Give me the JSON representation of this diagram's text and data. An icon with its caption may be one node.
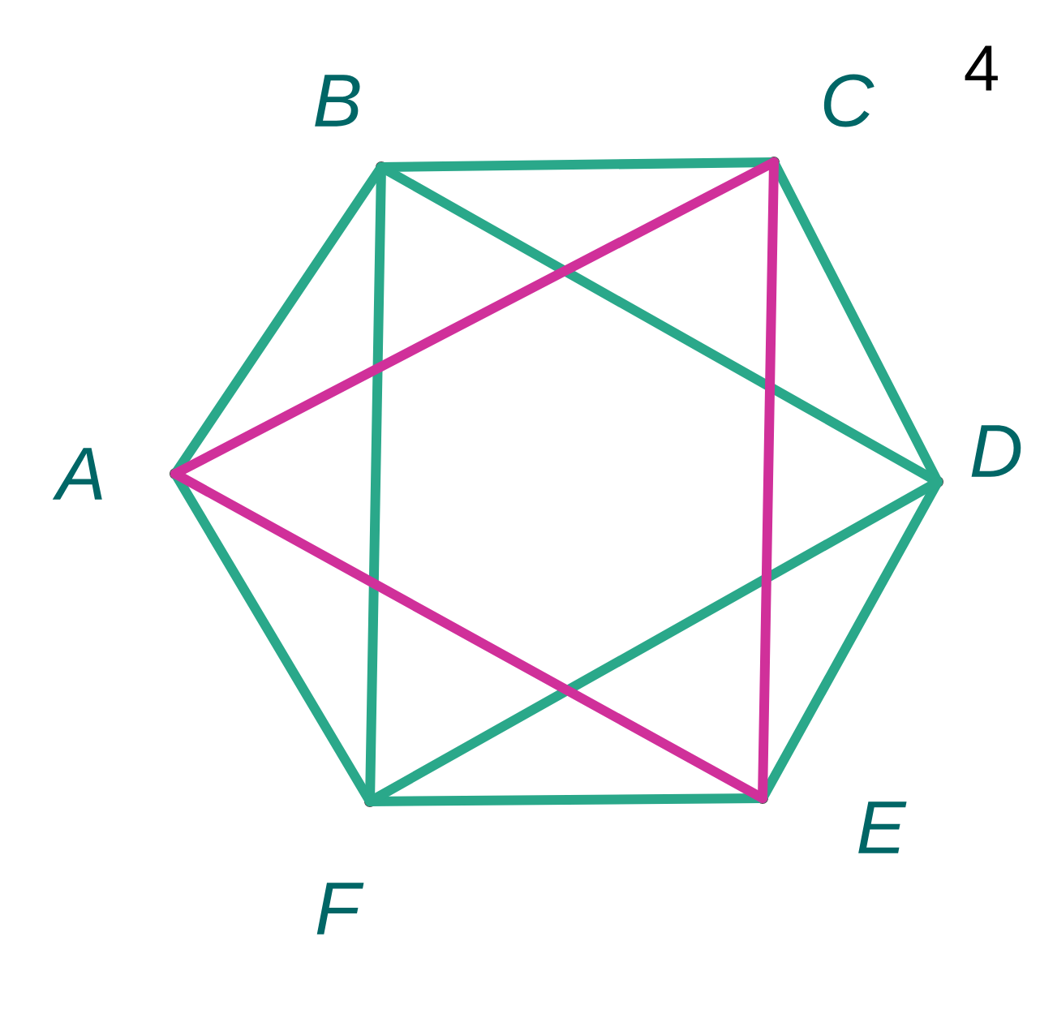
{
  "diagram": {
    "nodes": [
      {
        "text": [],
        "shape": "circle",
        "beside": [
          "A"
        ]
      },
      {
        "text": [],
        "shape": "circle",
        "beside": [
          "B"
        ]
      },
      {
        "text": [],
        "shape": "circle",
        "beside": [
          "C"
        ]
      },
      {
        "text": [],
        "shape": "circle",
        "beside": [
          "D"
        ]
      },
      {
        "text": [],
        "shape": "circle",
        "beside": [
          "E"
        ]
      },
      {
        "text": [],
        "shape": "circle",
        "beside": [
          "F"
        ]
      }
    ],
    "edges": [
      {
        "from": 0,
        "to": 1,
        "arrow": "none"
      },
      {
        "from": 1,
        "to": 2,
        "arrow": "none"
      },
      {
        "from": 2,
        "to": 3,
        "arrow": "none"
      },
      {
        "from": 3,
        "to": 4,
        "arrow": "none"
      },
      {
        "from": 4,
        "to": 5,
        "arrow": "none"
      },
      {
        "from": 5,
        "to": 0,
        "arrow": "none"
      },
      {
        "from": 1,
        "to": 5,
        "arrow": "none"
      },
      {
        "from": 1,
        "to": 3,
        "arrow": "none"
      },
      {
        "from": 5,
        "to": 3,
        "arrow": "none"
      },
      {
        "from": 0,
        "to": 2,
        "arrow": "none",
        "color": "#d0309a"
      },
      {
        "from": 0,
        "to": 4,
        "arrow": "none",
        "color": "#d0309a"
      },
      {
        "from": 2,
        "to": 4,
        "arrow": "none",
        "color": "#d0309a"
      }
    ],
    "labels": [
      "4"
    ]
  }
}
